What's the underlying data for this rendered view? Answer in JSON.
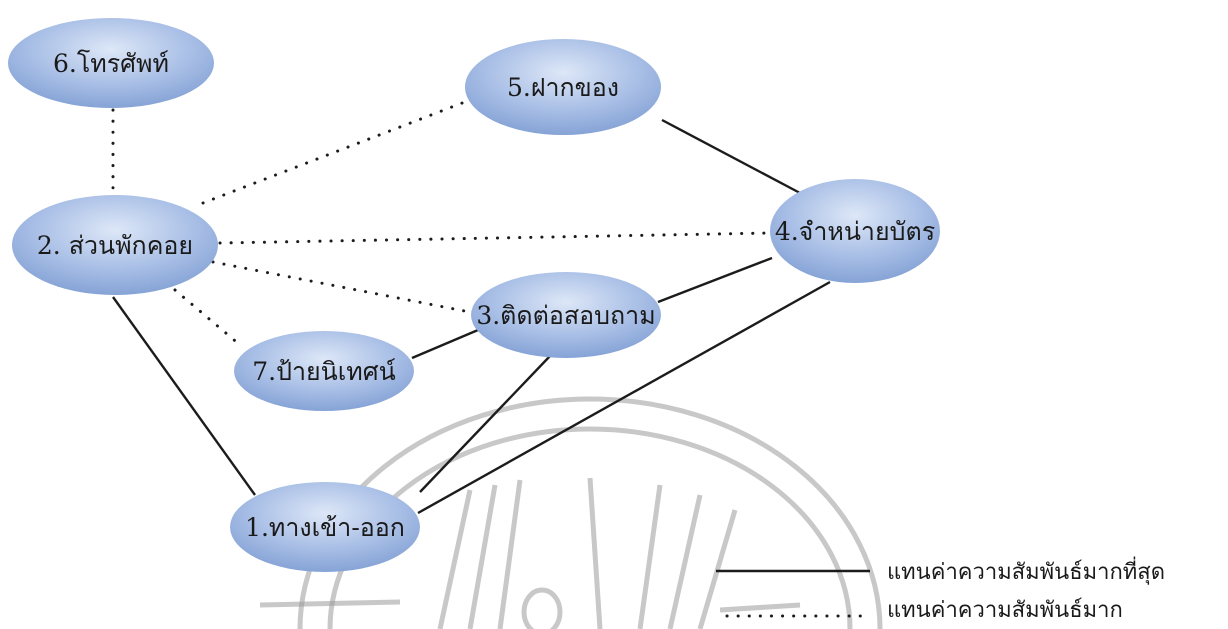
{
  "nodes": [
    {
      "id": "n1",
      "label": "1.ทางเข้า-ออก"
    },
    {
      "id": "n2",
      "label": "2. ส่วนพักคอย"
    },
    {
      "id": "n3",
      "label": "3.ติดต่อสอบถาม"
    },
    {
      "id": "n4",
      "label": "4.จำหน่ายบัตร"
    },
    {
      "id": "n5",
      "label": "5.ฝากของ"
    },
    {
      "id": "n6",
      "label": "6.โทรศัพท์"
    },
    {
      "id": "n7",
      "label": "7.ป้ายนิเทศน์"
    }
  ],
  "edges": [
    {
      "from": "n6",
      "to": "n2",
      "style": "dotted"
    },
    {
      "from": "n2",
      "to": "n5",
      "style": "dotted"
    },
    {
      "from": "n2",
      "to": "n4",
      "style": "dotted"
    },
    {
      "from": "n2",
      "to": "n3",
      "style": "dotted"
    },
    {
      "from": "n2",
      "to": "n7",
      "style": "dotted"
    },
    {
      "from": "n2",
      "to": "n1",
      "style": "solid"
    },
    {
      "from": "n5",
      "to": "n4",
      "style": "solid"
    },
    {
      "from": "n3",
      "to": "n4",
      "style": "solid"
    },
    {
      "from": "n7",
      "to": "n3",
      "style": "solid"
    },
    {
      "from": "n1",
      "to": "n3",
      "style": "solid"
    },
    {
      "from": "n1",
      "to": "n4",
      "style": "solid"
    }
  ],
  "legend": {
    "solid_label": "แทนค่าความสัมพันธ์มากที่สุด",
    "dotted_label": "แทนค่าความสัมพันธ์มาก"
  },
  "colors": {
    "node_fill_light": "#d6e2f5",
    "node_fill_dark": "#7f9ed3",
    "line": "#1c1c1c"
  }
}
